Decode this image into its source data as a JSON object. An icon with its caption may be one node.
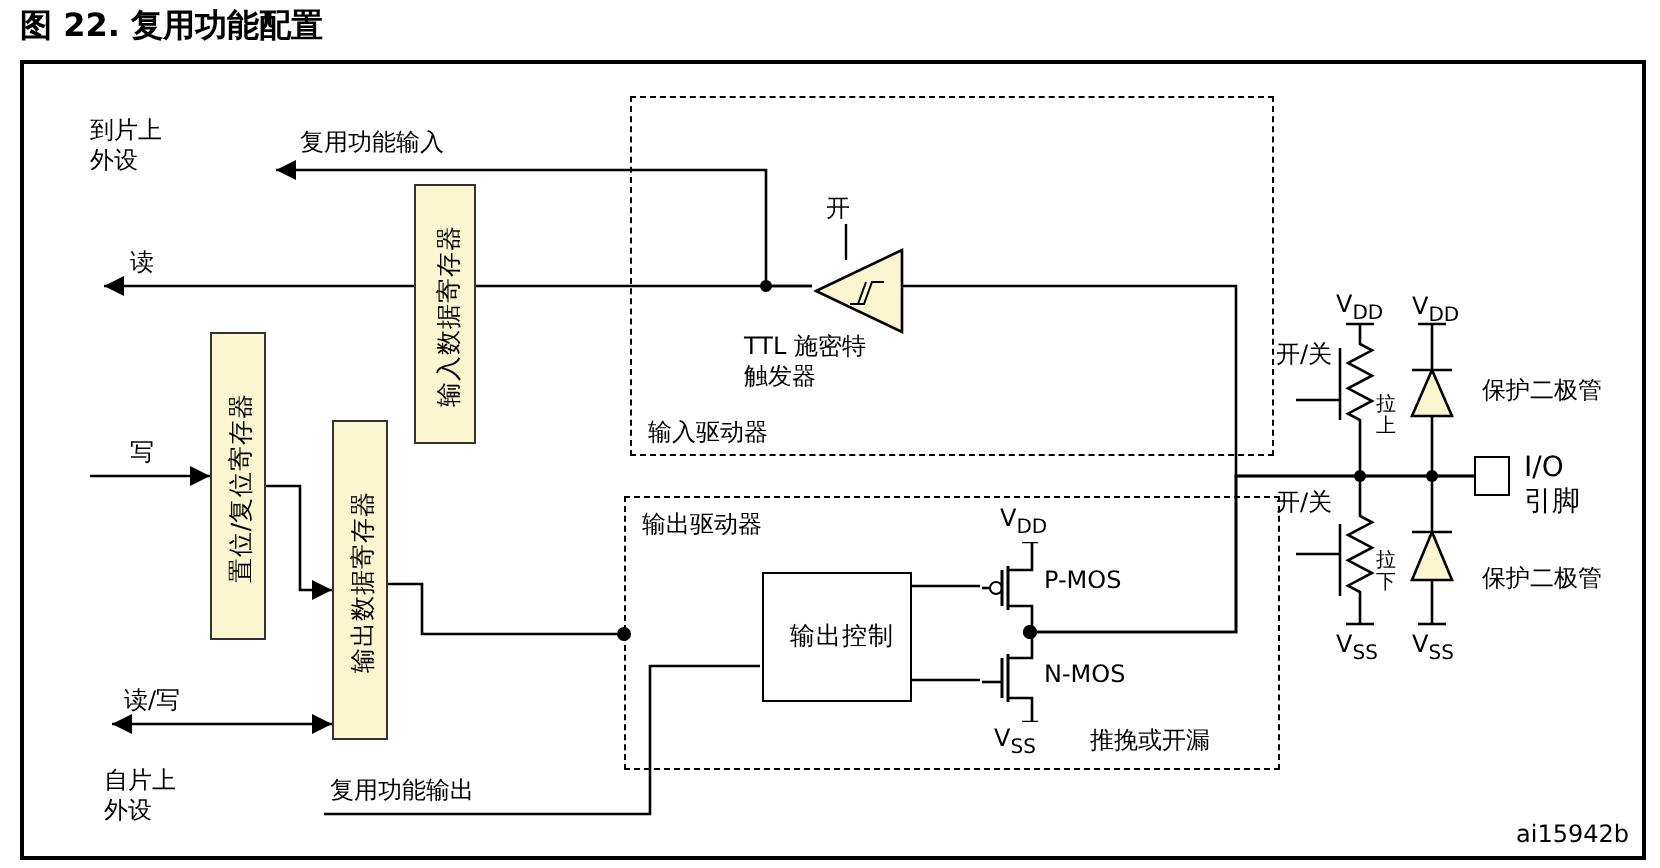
{
  "diagram": {
    "title": "图 22. 复用功能配置",
    "nodes": [
      {
        "text": [
          "输入驱动器"
        ]
      },
      {
        "text": [],
        "shape": "triangle",
        "in": 0,
        "beside": [
          "开",
          "TTL 施密特触发器"
        ]
      },
      {
        "text": [
          "输入数据寄存器"
        ]
      },
      {
        "text": [
          "置位/复位寄存器"
        ]
      },
      {
        "text": [
          "输出数据寄存器"
        ]
      },
      {
        "text": [
          "输出驱动器",
          "推挽或开漏"
        ]
      },
      {
        "text": [
          "输出控制"
        ],
        "in": 5
      },
      {
        "text": [],
        "shape": "transistor",
        "in": 5,
        "beside": [
          "V$_{DD}$",
          "P-MOS"
        ]
      },
      {
        "text": [],
        "shape": "transistor",
        "in": 5,
        "beside": [
          "N-MOS",
          "V$_{SS}$"
        ]
      },
      {
        "text": [],
        "shape": "box",
        "beside": [
          "I/O引脚"
        ]
      }
    ],
    "edges": [
      {
        "from": 1,
        "to": null,
        "arrow": "to",
        "label": "复用功能输入"
      },
      {
        "from": 1,
        "to": 2,
        "arrow": "none"
      },
      {
        "from": 2,
        "to": null,
        "arrow": "to",
        "label": "读"
      },
      {
        "from": null,
        "to": 3,
        "arrow": "to",
        "label": "写"
      },
      {
        "from": 3,
        "to": 4,
        "arrow": "to"
      },
      {
        "from": null,
        "to": 4,
        "arrow": "both",
        "label": "读/写"
      },
      {
        "from": 4,
        "to": 5,
        "arrow": "other"
      },
      {
        "from": null,
        "to": 6,
        "arrow": "none",
        "label": "复用功能输出"
      },
      {
        "from": 6,
        "to": 7,
        "arrow": "none"
      },
      {
        "from": 6,
        "to": 8,
        "arrow": "none"
      },
      {
        "from": 7,
        "to": 9,
        "arrow": "other"
      },
      {
        "from": 8,
        "to": 9,
        "arrow": "other"
      },
      {
        "from": 9,
        "to": 1,
        "arrow": "none"
      }
    ],
    "labels": [
      "到片上外设",
      "自片上外设",
      "V$_{DD}$",
      "开/关",
      "拉上",
      "V$_{DD}$",
      "保护二极管",
      "开/关",
      "拉下",
      "保护二极管",
      "V$_{SS}$",
      "V$_{SS}$",
      "ai15942b"
    ]
  }
}
